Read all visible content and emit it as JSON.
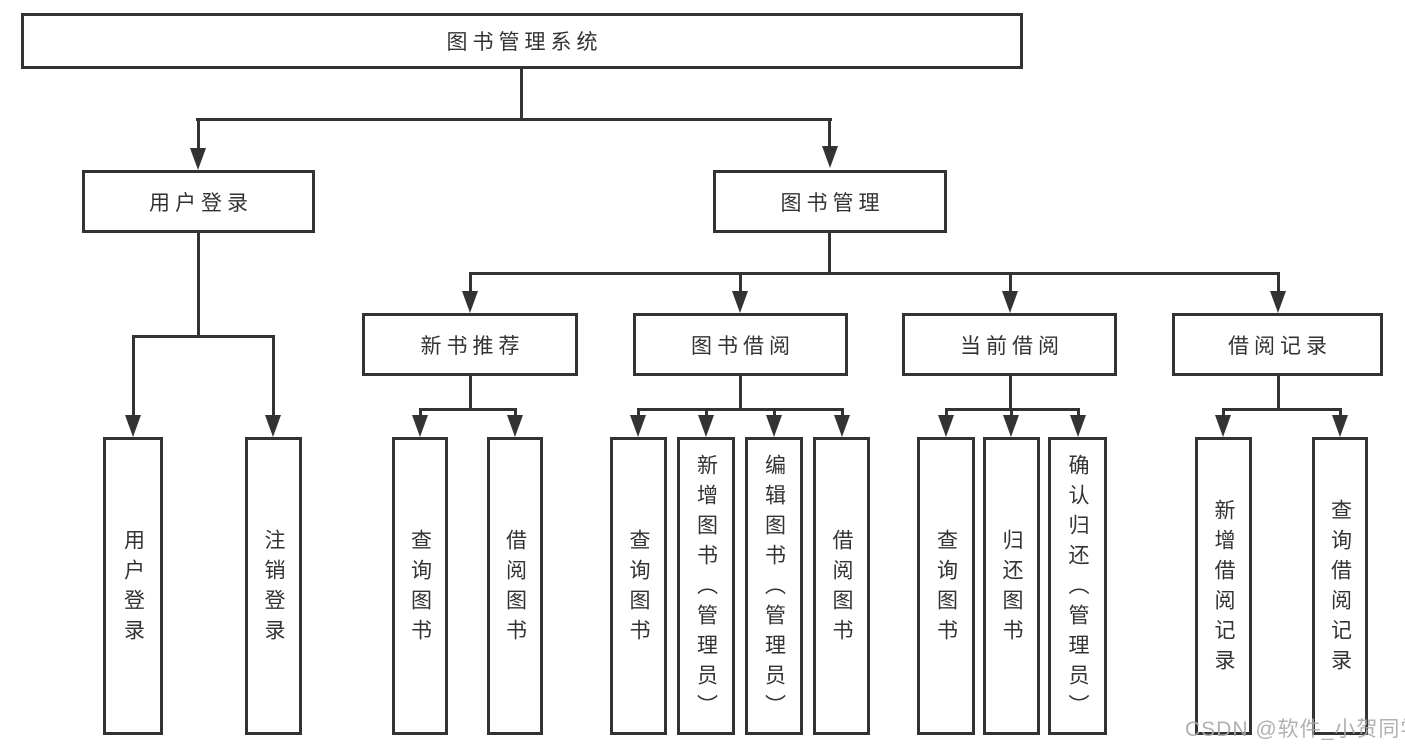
{
  "diagram": {
    "title": "图书管理系统",
    "nodes": {
      "root": {
        "label": "图书管理系统"
      },
      "user_login": {
        "label": "用户登录"
      },
      "book_mgmt": {
        "label": "图书管理"
      },
      "new_book_rec": {
        "label": "新书推荐"
      },
      "book_borrow": {
        "label": "图书借阅"
      },
      "current_borrow": {
        "label": "当前借阅"
      },
      "borrow_records": {
        "label": "借阅记录"
      },
      "user_login_leaf": {
        "label": "用户登录"
      },
      "logout_leaf": {
        "label": "注销登录"
      },
      "query_book_rec": {
        "label": "查询图书"
      },
      "borrow_book_rec": {
        "label": "借阅图书"
      },
      "query_book_borrow": {
        "label": "查询图书"
      },
      "add_book_admin": {
        "label": "新增图书（管理员）"
      },
      "edit_book_admin": {
        "label": "编辑图书（管理员）"
      },
      "borrow_book_borrow": {
        "label": "借阅图书"
      },
      "query_book_current": {
        "label": "查询图书"
      },
      "return_book": {
        "label": "归还图书"
      },
      "confirm_return_admin": {
        "label": "确认归还（管理员）"
      },
      "add_borrow_record": {
        "label": "新增借阅记录"
      },
      "query_borrow_record": {
        "label": "查询借阅记录"
      }
    },
    "hierarchy": {
      "图书管理系统": {
        "用户登录": [
          "用户登录",
          "注销登录"
        ],
        "图书管理": {
          "新书推荐": [
            "查询图书",
            "借阅图书"
          ],
          "图书借阅": [
            "查询图书",
            "新增图书（管理员）",
            "编辑图书（管理员）",
            "借阅图书"
          ],
          "当前借阅": [
            "查询图书",
            "归还图书",
            "确认归还（管理员）"
          ],
          "借阅记录": [
            "新增借阅记录",
            "查询借阅记录"
          ]
        }
      }
    }
  },
  "watermark": {
    "text": "CSDN @软件_小贺同学"
  },
  "colors": {
    "line": "#333333",
    "box_border": "#333333",
    "box_background": "#ffffff",
    "text": "#333333",
    "watermark": "#aaaaaa",
    "page_background": "#ffffff"
  }
}
